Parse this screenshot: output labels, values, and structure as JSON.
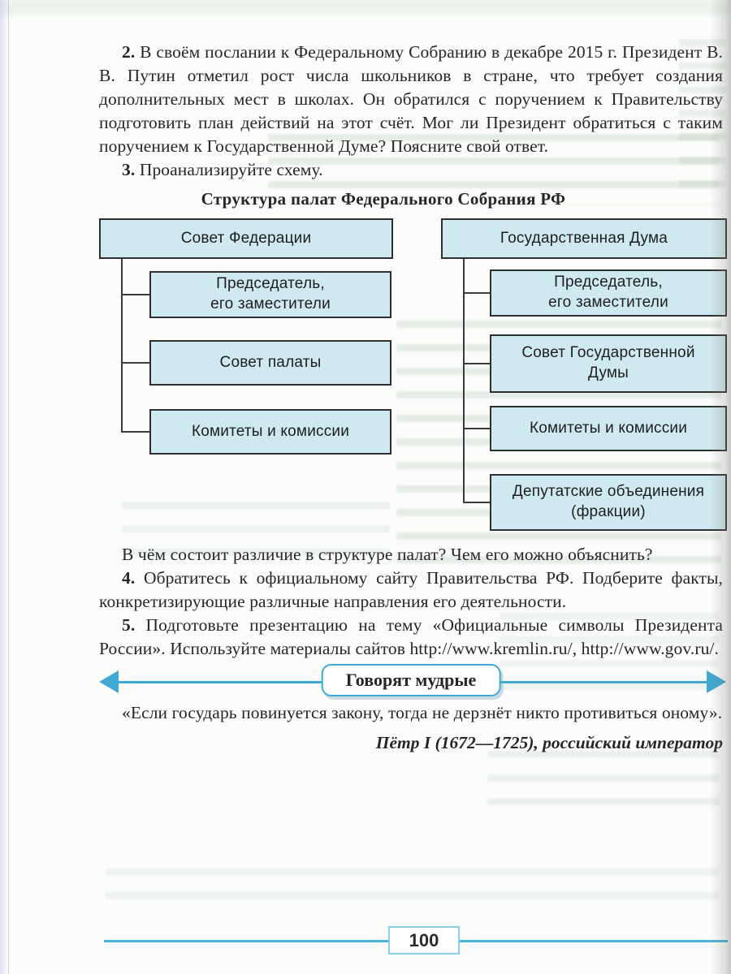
{
  "page": {
    "number": "100"
  },
  "colors": {
    "accent_blue": "#3fa9d4",
    "diagram_box_fill": "#cfe9f0",
    "diagram_box_border": "#2f2f2f",
    "footer_line": "#49b3d8",
    "body_text": "#262626"
  },
  "tasks": {
    "t2": {
      "num": "2.",
      "text": "В своём послании к Федеральному Собранию в декабре 2015 г. Президент В. В. Путин отметил рост числа школьников в стране, что требует создания дополнительных мест в школах. Он обратился с поручением к Правительству подготовить план действий на этот счёт. Мог ли Президент обратиться с таким поручением к Государственной Думе? Поясните свой ответ."
    },
    "t3": {
      "num": "3.",
      "text": "Проанализируйте схему."
    },
    "question": "В чём состоит различие в структуре палат? Чем его можно объяснить?",
    "t4": {
      "num": "4.",
      "text": "Обратитесь к официальному сайту Правительства РФ. Подберите факты, конкретизирующие различные направления его деятельности."
    },
    "t5": {
      "num": "5.",
      "text": "Подготовьте презентацию на тему «Официальные символы Президента России». Используйте материалы сайтов http://www.kremlin.ru/, http://www.gov.ru/."
    }
  },
  "diagram": {
    "title": "Структура палат Федерального Собрания РФ",
    "columns": [
      {
        "parent": "Совет Федерации",
        "children": [
          "Председатель,\nего заместители",
          "Совет палаты",
          "Комитеты и комиссии"
        ]
      },
      {
        "parent": "Государственная Дума",
        "children": [
          "Председатель,\nего заместители",
          "Совет Государственной\nДумы",
          "Комитеты и комиссии",
          "Депутатские объединения\n(фракции)"
        ]
      }
    ]
  },
  "wise": {
    "banner": "Говорят мудрые",
    "quote": "«Если государь повинуется закону, тогда не дерзнёт никто противиться оному».",
    "attribution": "Пётр I (1672—1725), российский император"
  }
}
